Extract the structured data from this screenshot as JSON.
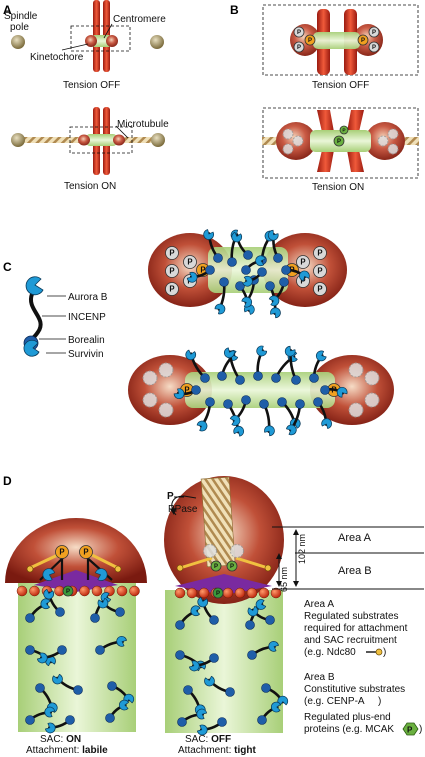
{
  "panels": {
    "A": "A",
    "B": "B",
    "C": "C",
    "D": "D"
  },
  "panel_a": {
    "spindle_pole": [
      "Spindle",
      "pole"
    ],
    "centromere": "Centromere",
    "kinetochore": "Kinetochore",
    "microtubule": "Microtubule",
    "tension_off": "Tension OFF",
    "tension_on": "Tension ON"
  },
  "panel_b": {
    "tension_off": "Tension OFF",
    "tension_on": "Tension ON"
  },
  "panel_c": {
    "aurora_b": "Aurora B",
    "incenp": "INCENP",
    "borealin": "Borealin",
    "survivin": "Survivin"
  },
  "phospho_letter": "P",
  "panel_d": {
    "p_label": "P",
    "ppase": "PPase",
    "area_a": "Area A",
    "area_b": "Area B",
    "dist_65": "65 nm",
    "dist_102": "102 nm",
    "area_a_title": "Area A",
    "area_a_desc": [
      "Regulated substrates",
      "required for attachment",
      "and SAC recruitment"
    ],
    "area_a_example": "(e.g. Ndc80",
    "area_a_example_close": ")",
    "area_b_title": "Area B",
    "area_b_desc": [
      "Constitutive substrates"
    ],
    "area_b_example": "(e.g. CENP-A",
    "area_b_example_close": ")",
    "plus_end": [
      "Regulated plus-end",
      "proteins (e.g. MCAK"
    ],
    "plus_end_close": ")",
    "left_sac_prefix": "SAC: ",
    "left_sac_state": "ON",
    "left_attach_prefix": "Attachment: ",
    "left_attach_state": "labile",
    "right_sac_prefix": "SAC: ",
    "right_sac_state": "OFF",
    "right_attach_prefix": "Attachment: ",
    "right_attach_state": "tight"
  },
  "colors": {
    "kinetochore_red": "#9c2a1c",
    "centromere_green": "#c9e3a4",
    "chromatid_red": "#d8321f",
    "aurora_blue": "#1f9ad6",
    "borealin_blue": "#1f5ea8",
    "phospho_orange": "#f0a020",
    "phospho_gray": "#d8d8d8",
    "spindle_pole": "#9a8a5a",
    "cenpa_green": "#3a9a3a"
  }
}
